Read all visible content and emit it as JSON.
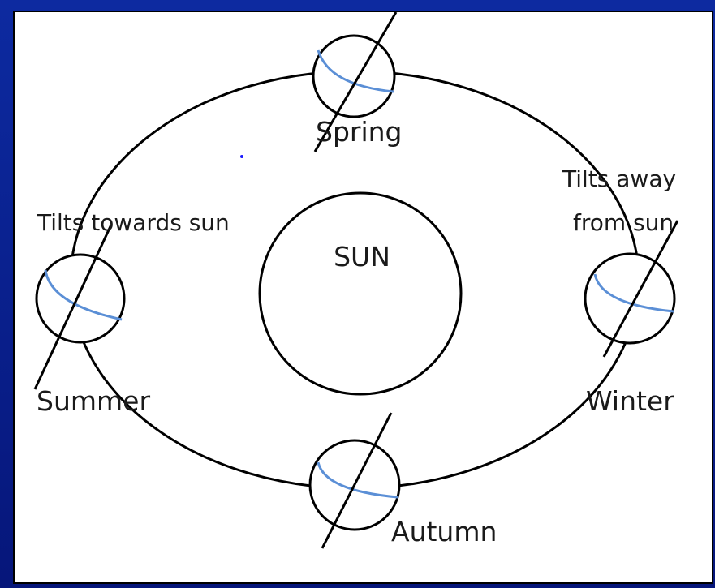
{
  "sun_label": "SUN",
  "seasons": {
    "spring": "Spring",
    "summer": "Summer",
    "autumn": "Autumn",
    "winter": "Winter"
  },
  "annotations": {
    "tilts_towards": "Tilts towards sun",
    "tilts_away_line1": "Tilts away",
    "tilts_away_line2": "from sun"
  },
  "colors": {
    "background": "#0a1f8f",
    "panel": "#ffffff",
    "line": "#000000",
    "equator": "#5b8fd6",
    "dot": "#1a1aff"
  }
}
